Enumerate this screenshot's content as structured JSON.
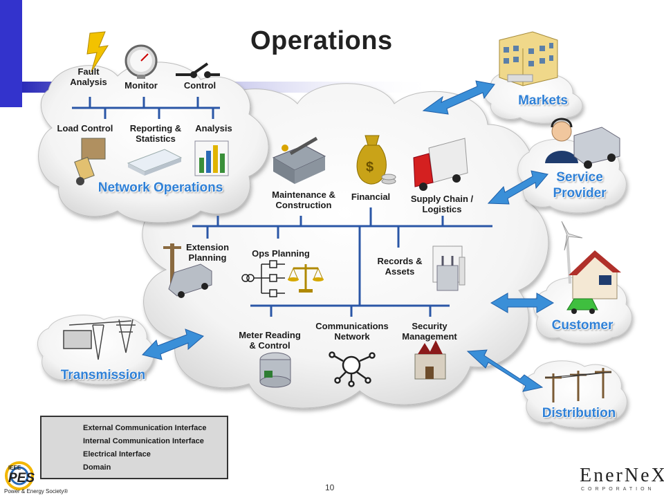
{
  "slide": {
    "title": "Operations",
    "page_number": "10"
  },
  "colors": {
    "domain_text": "#2f80d6",
    "bus": "#2a56a6",
    "external_arrow": "#3a8fd8",
    "electrical": "#e0b400"
  },
  "domains": {
    "network_operations": "Network Operations",
    "markets": "Markets",
    "service_provider": "Service\nProvider",
    "customer": "Customer",
    "transmission": "Transmission",
    "distribution": "Distribution"
  },
  "network_operations_nodes": {
    "fault_analysis": "Fault\nAnalysis",
    "monitor": "Monitor",
    "control": "Control",
    "load_control": "Load Control",
    "reporting": "Reporting &\nStatistics",
    "analysis": "Analysis"
  },
  "operations_nodes": {
    "maintenance": "Maintenance &\nConstruction",
    "financial": "Financial",
    "supply_chain": "Supply Chain /\nLogistics",
    "extension_planning": "Extension\nPlanning",
    "ops_planning": "Ops Planning",
    "records_assets": "Records &\nAssets",
    "meter_reading": "Meter Reading\n& Control",
    "communications": "Communications\nNetwork",
    "security": "Security\nManagement"
  },
  "legend": {
    "external": "External Communication Interface",
    "internal": "Internal Communication Interface",
    "electrical": "Electrical Interface",
    "domain": "Domain"
  },
  "logos": {
    "ieee_top": "IEEE",
    "ieee_main": "PES",
    "ieee_sub": "Power & Energy Society®",
    "enernex_name": "EnerNeX",
    "enernex_sub": "CORPORATION"
  },
  "icons": [
    "lightning-icon",
    "gauge-icon",
    "switch-icon",
    "robot-arm-icon",
    "paper-stack-icon",
    "bar-chart-icon",
    "toolbox-icon",
    "money-bag-icon",
    "truck-icon",
    "utility-pole-icon",
    "scales-icon",
    "transformer-icon",
    "meter-icon",
    "network-icon",
    "castle-icon",
    "building-icon",
    "headset-person-icon",
    "wind-house-icon",
    "substation-icon",
    "power-line-icon"
  ]
}
